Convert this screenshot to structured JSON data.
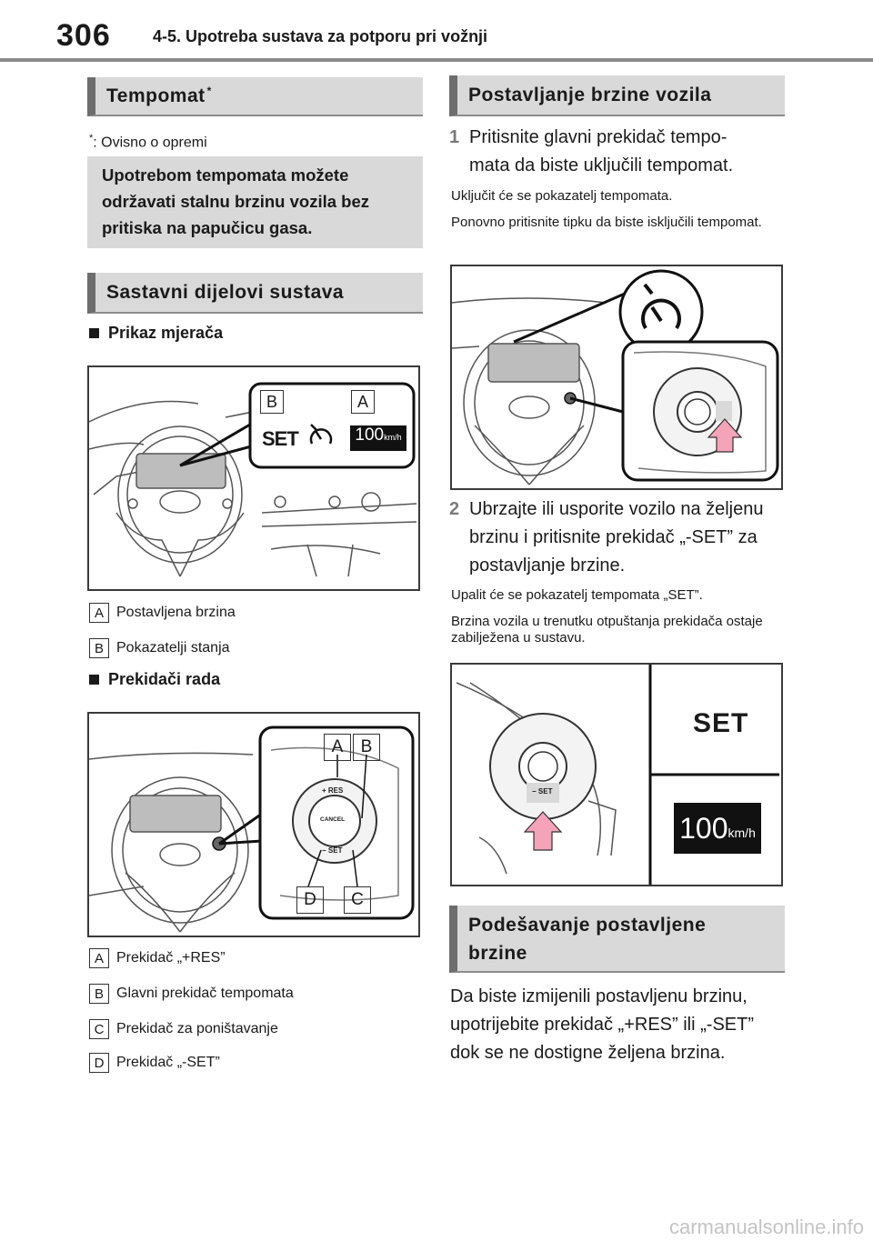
{
  "header": {
    "page_number": "306",
    "chapter": "4-5. Upotreba sustava za potporu pri vožnji"
  },
  "left": {
    "tempomat_title": "Tempomat",
    "tempomat_star": "*",
    "footnote_star": "*",
    "footnote": ": Ovisno o opremi",
    "intro": "Upotrebom tempomata možete održavati stalnu brzinu vozila bez pritiska na papučicu gasa.",
    "components_title": "Sastavni dijelovi sustava",
    "gauge_heading": "Prikaz mjerača",
    "fig1": {
      "label_b": "B",
      "label_a": "A",
      "set_text": "SET",
      "speed_text": "100",
      "unit_text": "km/h"
    },
    "gauge_legend": [
      {
        "letter": "A",
        "text": "Postavljena brzina"
      },
      {
        "letter": "B",
        "text": "Pokazatelji stanja"
      }
    ],
    "switch_heading": "Prekidači rada",
    "fig2": {
      "label_a": "A",
      "label_b": "B",
      "label_c": "C",
      "label_d": "D",
      "res_text": "+ RES",
      "set_text": "− SET",
      "cancel_text": "CANCEL"
    },
    "switch_legend": [
      {
        "letter": "A",
        "text": "Prekidač „+RES”"
      },
      {
        "letter": "B",
        "text": "Glavni prekidač tempomata"
      },
      {
        "letter": "C",
        "text": "Prekidač za poništavanje"
      },
      {
        "letter": "D",
        "text": "Prekidač „-SET”"
      }
    ]
  },
  "right": {
    "speed_setting_title": "Postavljanje brzine vozila",
    "step1_num": "1",
    "step1_text": "Pritisnite glavni prekidač tempomata da biste uključili tempomat.",
    "step1_line1": "Pritisnite glavni prekidač tempo-",
    "step1_line2": "mata da biste uključili tempomat.",
    "note1a": "Uključit će se pokazatelj tempomata.",
    "note1b": "Ponovno pritisnite tipku da biste isključili tempomat.",
    "step2_num": "2",
    "step2_text": "Ubrzajte ili usporite vozilo na željenu brzinu i pritisnite prekidač „-SET” za postavljanje brzine.",
    "note2a": "Upalit će se pokazatelj tempomata „SET”.",
    "note2b": "Brzina vozila u trenutku otpuštanja prekidača ostaje zabilježena u sustavu.",
    "fig4": {
      "set_text": "SET",
      "speed_text": "100",
      "unit_text": "km/h",
      "btn_text": "− SET"
    },
    "adjust_title": "Podešavanje postavljene brzine",
    "adjust_text": "Da biste izmijenili postavljenu brzinu, upotrijebite prekidač „+RES” ili „-SET” dok se ne dostigne željena brzina."
  },
  "watermark": "carmanualsonline.info"
}
